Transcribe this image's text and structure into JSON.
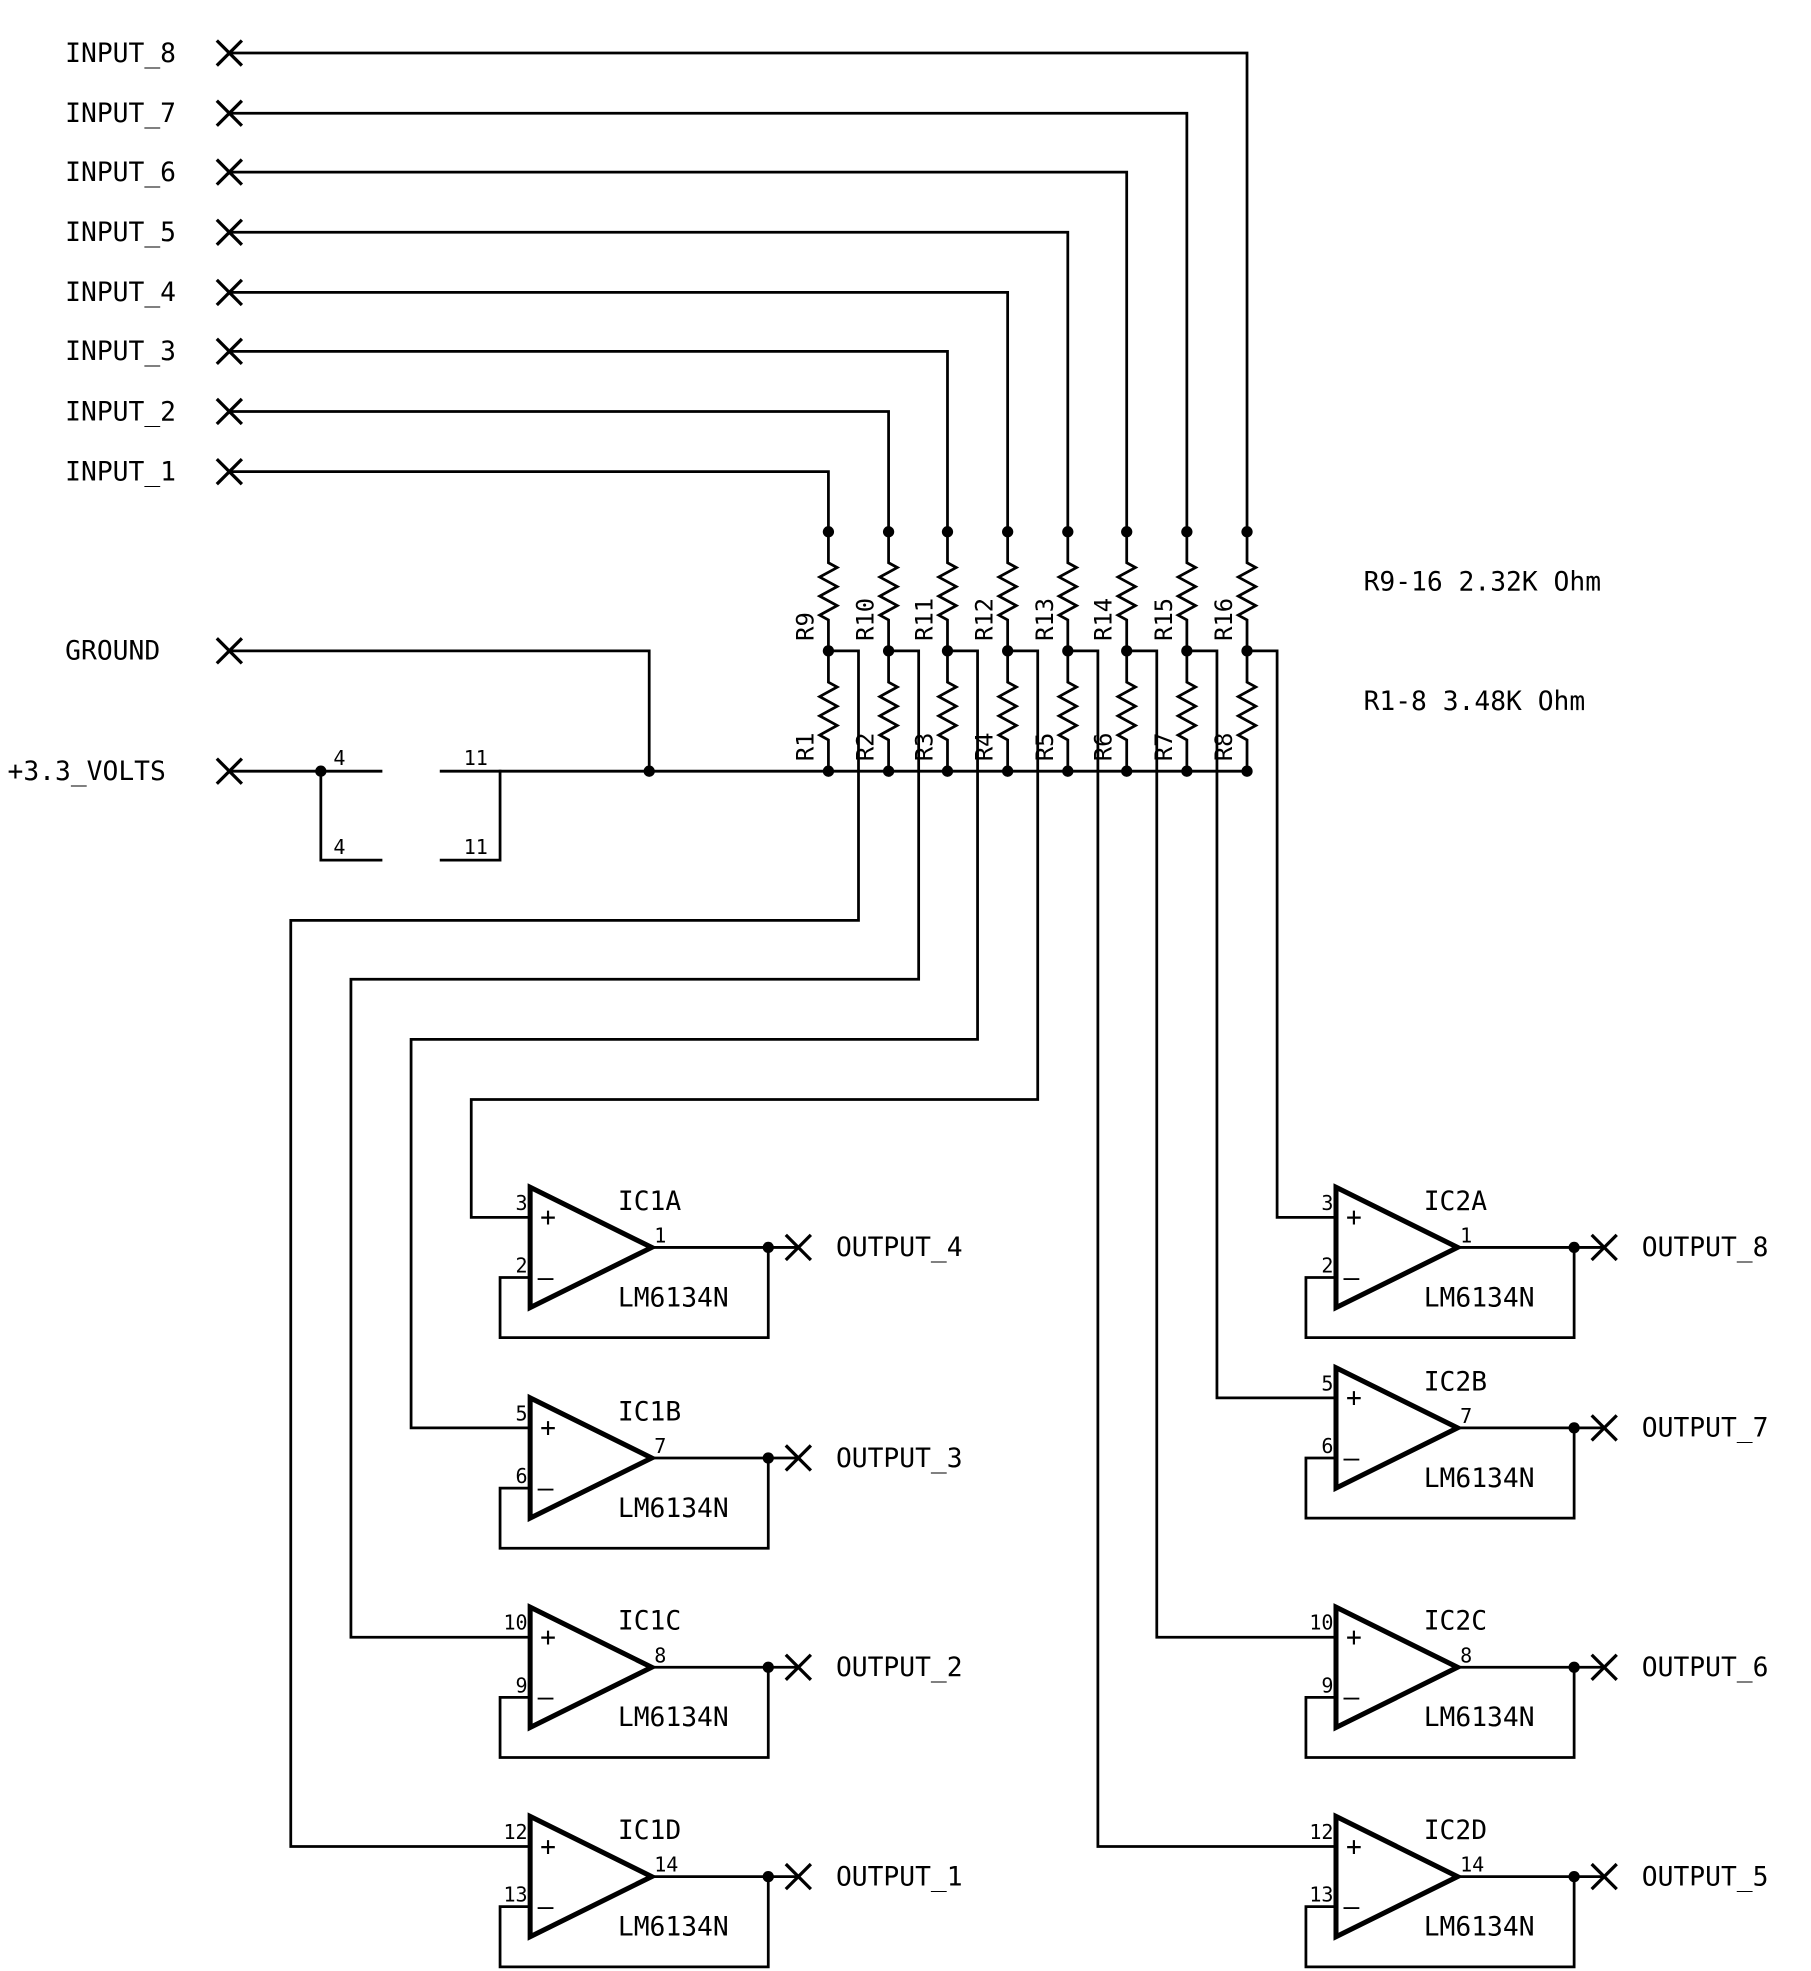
{
  "inputs": [
    "INPUT_1",
    "INPUT_2",
    "INPUT_3",
    "INPUT_4",
    "INPUT_5",
    "INPUT_6",
    "INPUT_7",
    "INPUT_8"
  ],
  "power": {
    "ground": "GROUND",
    "supply": "+3.3_VOLTS",
    "pin_v": "4",
    "pin_g": "11"
  },
  "resistors": {
    "top": [
      "R9",
      "R10",
      "R11",
      "R12",
      "R13",
      "R14",
      "R15",
      "R16"
    ],
    "bottom": [
      "R1",
      "R2",
      "R3",
      "R4",
      "R5",
      "R6",
      "R7",
      "R8"
    ]
  },
  "notes": [
    "R9-16 2.32K Ohm",
    "R1-8 3.48K Ohm"
  ],
  "opamps": [
    {
      "name": "IC1A",
      "part": "LM6134N",
      "pin_plus": "3",
      "pin_minus": "2",
      "pin_out": "1",
      "output": "OUTPUT_4"
    },
    {
      "name": "IC1B",
      "part": "LM6134N",
      "pin_plus": "5",
      "pin_minus": "6",
      "pin_out": "7",
      "output": "OUTPUT_3"
    },
    {
      "name": "IC1C",
      "part": "LM6134N",
      "pin_plus": "10",
      "pin_minus": "9",
      "pin_out": "8",
      "output": "OUTPUT_2"
    },
    {
      "name": "IC1D",
      "part": "LM6134N",
      "pin_plus": "12",
      "pin_minus": "13",
      "pin_out": "14",
      "output": "OUTPUT_1"
    },
    {
      "name": "IC2A",
      "part": "LM6134N",
      "pin_plus": "3",
      "pin_minus": "2",
      "pin_out": "1",
      "output": "OUTPUT_8"
    },
    {
      "name": "IC2B",
      "part": "LM6134N",
      "pin_plus": "5",
      "pin_minus": "6",
      "pin_out": "7",
      "output": "OUTPUT_7"
    },
    {
      "name": "IC2C",
      "part": "LM6134N",
      "pin_plus": "10",
      "pin_minus": "9",
      "pin_out": "8",
      "output": "OUTPUT_6"
    },
    {
      "name": "IC2D",
      "part": "LM6134N",
      "pin_plus": "12",
      "pin_minus": "13",
      "pin_out": "14",
      "output": "OUTPUT_5"
    }
  ]
}
